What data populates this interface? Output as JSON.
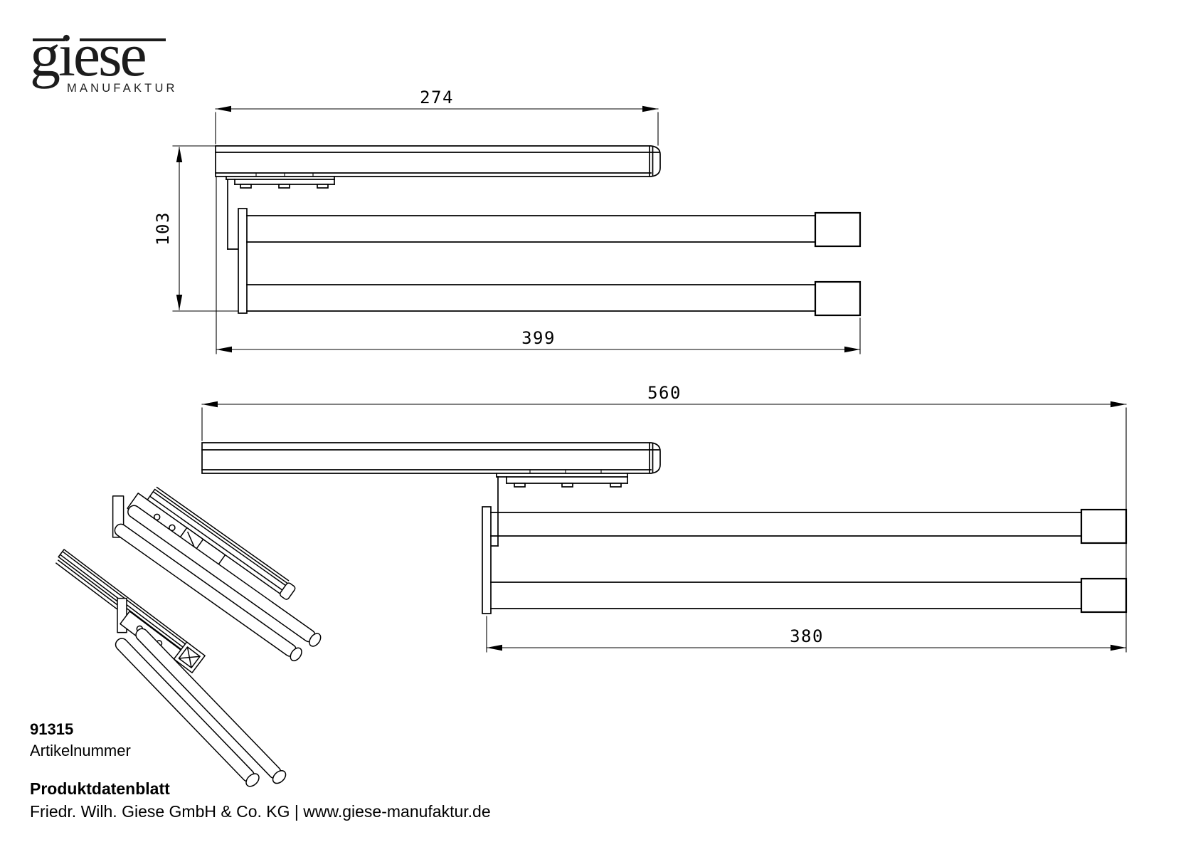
{
  "logo": {
    "brand": "giese",
    "tagline": "MANUFAKTUR"
  },
  "drawings": {
    "retracted_view": {
      "dim_width": "274",
      "dim_height": "103",
      "dim_depth": "399"
    },
    "extended_view": {
      "dim_total_depth": "560",
      "dim_bar_length": "380"
    }
  },
  "product": {
    "article_number": "91315",
    "article_label": "Artikelnummer"
  },
  "footer": {
    "doc_type": "Produktdatenblatt",
    "company_line": "Friedr. Wilh. Giese GmbH & Co. KG | www.giese-manufaktur.de"
  },
  "colors": {
    "line": "#000000",
    "background": "#ffffff"
  }
}
